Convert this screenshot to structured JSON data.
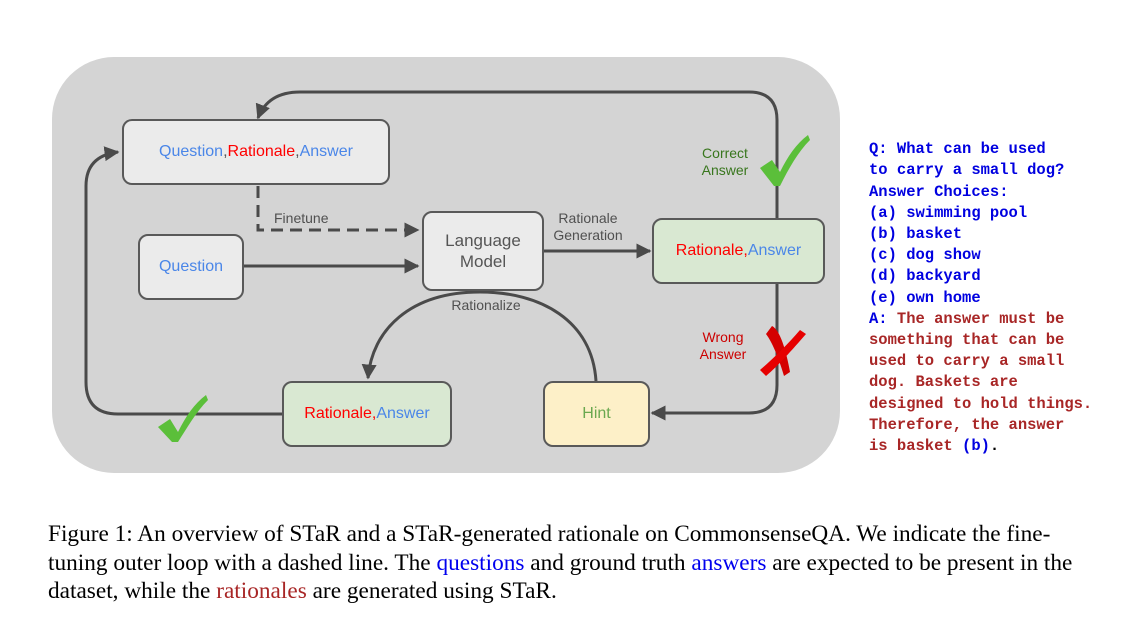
{
  "diagram": {
    "boxes": {
      "top_qra": {
        "question": "Question",
        "sep1": ", ",
        "rationale": "Rationale",
        "sep2": ", ",
        "answer": "Answer"
      },
      "question": {
        "text": "Question"
      },
      "language_model": {
        "line1": "Language",
        "line2": "Model"
      },
      "ra_right": {
        "rationale": "Rationale",
        "sep": ", ",
        "answer": "Answer"
      },
      "ra_bottom": {
        "rationale": "Rationale",
        "sep": ", ",
        "answer": "Answer"
      },
      "hint": {
        "text": "Hint"
      }
    },
    "edge_labels": {
      "finetune": "Finetune",
      "rationale_generation_1": "Rationale",
      "rationale_generation_2": "Generation",
      "rationalize": "Rationalize",
      "correct_1": "Correct",
      "correct_2": "Answer",
      "wrong_1": "Wrong",
      "wrong_2": "Answer"
    },
    "icons": [
      "check-icon-correct",
      "cross-icon-wrong",
      "check-icon-bottom"
    ],
    "colors": {
      "question_answer": "#4a86e8",
      "rationale": "#ff0000",
      "correct": "#38761d",
      "wrong": "#cc0000",
      "check": "#5bbf3a"
    }
  },
  "example": {
    "question_lines": [
      "Q: What can be used",
      "to carry a small dog?",
      "Answer Choices:"
    ],
    "choices": [
      "(a) swimming pool",
      "(b) basket",
      "(c) dog show",
      "(d) backyard",
      "(e) own home"
    ],
    "answer_prefix": "A:",
    "answer_first": " The answer must be",
    "answer_lines": [
      "something that can be",
      "used to carry a small",
      "dog. Baskets are",
      "designed to hold things.",
      "Therefore, the answer"
    ],
    "answer_last_prefix": "is basket ",
    "answer_choice": "(b)",
    "answer_end": "."
  },
  "caption": {
    "part1": "Figure 1: An overview of STaR and a STaR-generated rationale on CommonsenseQA. We indicate the fine-tuning outer loop with a dashed line. The ",
    "questions": "questions",
    "part2": " and ground truth ",
    "answers": "answers",
    "part3": " are expected to be present in the dataset, while the ",
    "rationales": "rationales",
    "part4": " are generated using STaR."
  }
}
